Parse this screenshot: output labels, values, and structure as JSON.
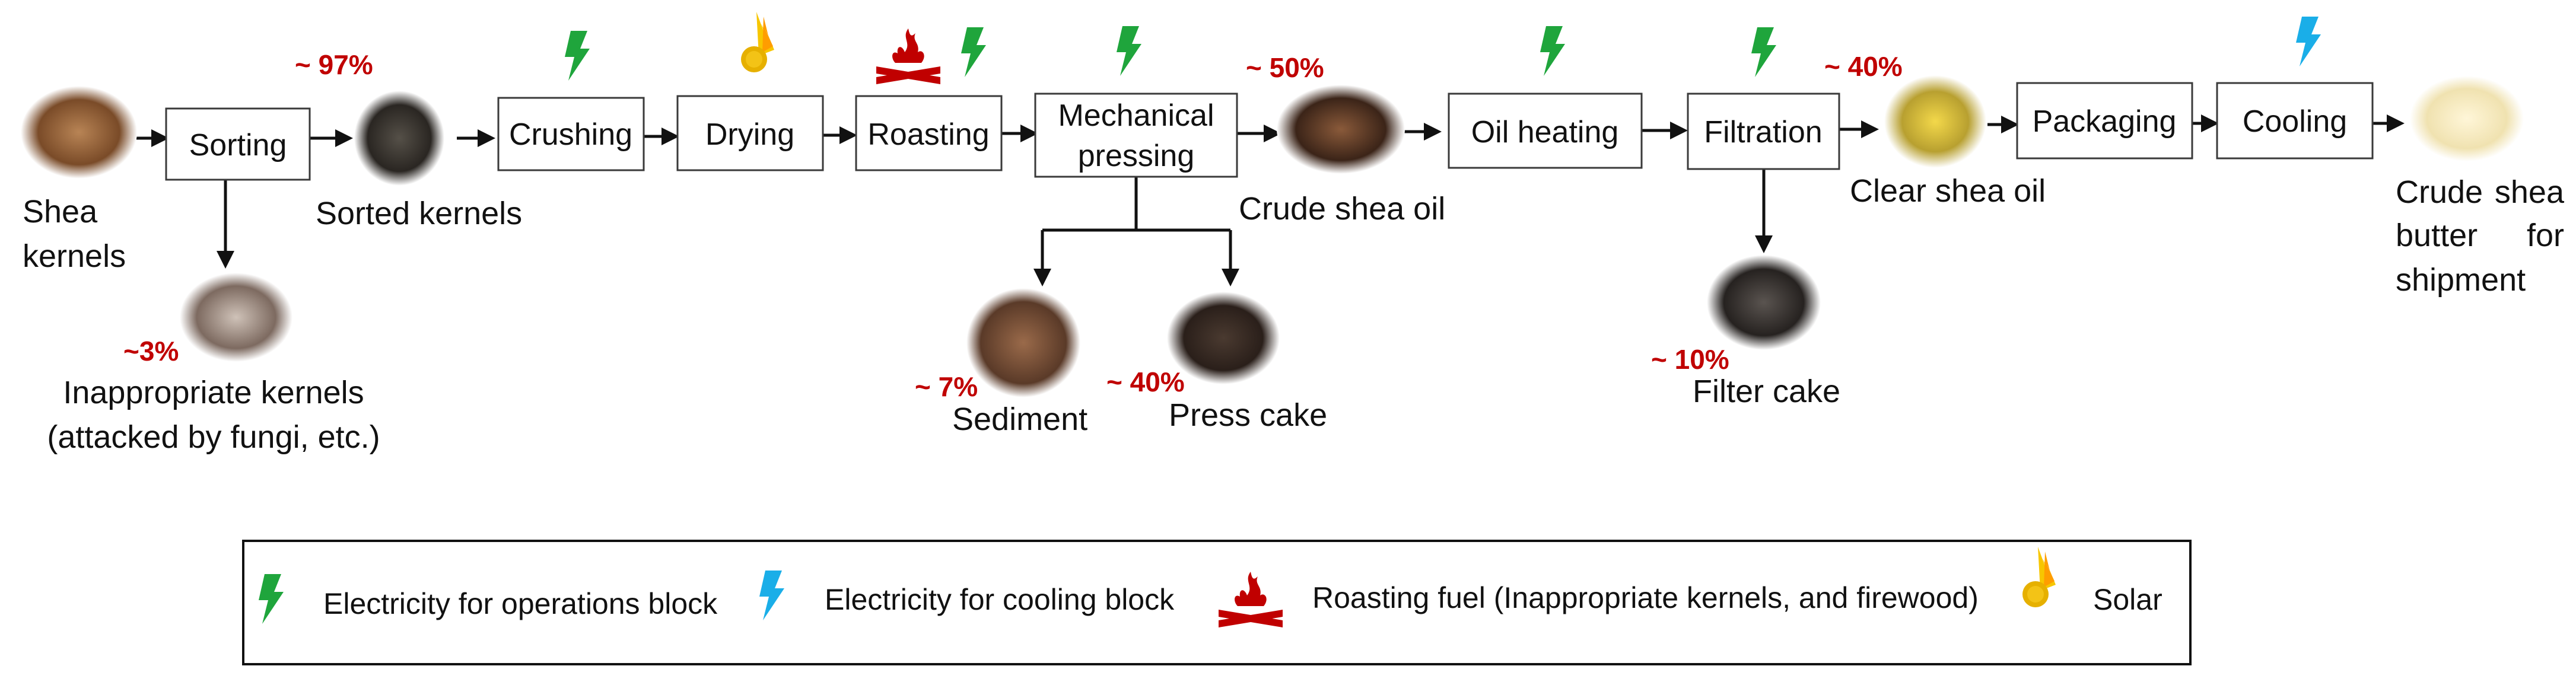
{
  "colors": {
    "electric_ops": "#1fa53c",
    "electric_cooling": "#1aaee8",
    "fire": "#c00000",
    "solar": "#f0b400",
    "percent": "#c00000"
  },
  "process_boxes": {
    "sorting": "Sorting",
    "crushing": "Crushing",
    "drying": "Drying",
    "roasting": "Roasting",
    "mech_line1": "Mechanical",
    "mech_line2": "pressing",
    "oil_heating": "Oil heating",
    "filtration": "Filtration",
    "packaging": "Packaging",
    "cooling": "Cooling"
  },
  "products": {
    "shea_kernels_l1": "Shea",
    "shea_kernels_l2": "kernels",
    "sorted_kernels": "Sorted kernels",
    "inappropriate_l1": "Inappropriate kernels",
    "inappropriate_l2": "(attacked by fungi, etc.)",
    "crude_oil": "Crude shea oil",
    "sediment": "Sediment",
    "press_cake": "Press cake",
    "clear_oil": "Clear shea oil",
    "filter_cake": "Filter cake",
    "butter_l1": "Crude",
    "butter_l1b": "shea",
    "butter_l2": "butter",
    "butter_l2b": "for",
    "butter_l3": "shipment"
  },
  "percentages": {
    "sorted": "~ 97%",
    "inappropriate": "~3%",
    "crude_oil": "~ 50%",
    "sediment": "~ 7%",
    "press_cake": "~ 40%",
    "clear_oil": "~ 40%",
    "filter_cake": "~ 10%"
  },
  "legend": {
    "electric_ops": "Electricity for operations block",
    "electric_cooling": "Electricity for cooling block",
    "fuel": "Roasting fuel (Inappropriate kernels, and firewood)",
    "solar": "Solar"
  },
  "icons": {
    "electric_ops": "lightning-bolt-icon",
    "electric_cooling": "lightning-bolt-icon",
    "fuel": "campfire-icon",
    "solar": "sun-flame-icon"
  }
}
